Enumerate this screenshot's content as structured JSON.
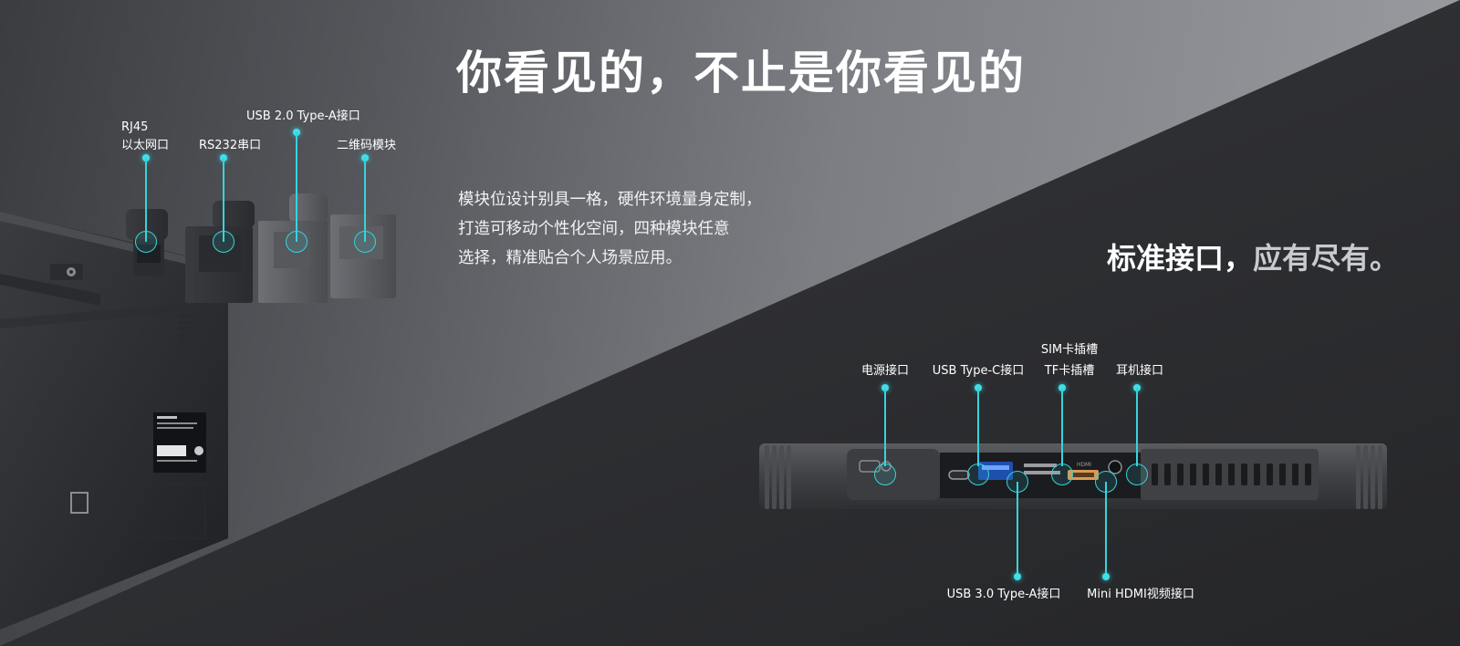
{
  "headline": "你看见的，不止是你看见的",
  "description": {
    "lines": [
      "模块位设计别具一格，硬件环境量身定制，",
      "打造可移动个性化空间，四种模块任意",
      "选择，精准贴合个人场景应用。"
    ]
  },
  "interfaces_heading": {
    "part1": "标准接口，",
    "part2": "应有尽有。"
  },
  "modules": {
    "rj45_line1": "RJ45",
    "rj45_line2": "以太网口",
    "rs232": "RS232串口",
    "usb20": "USB 2.0 Type-A接口",
    "qr": "二维码模块"
  },
  "ports": {
    "power": "电源接口",
    "usb_c": "USB Type-C接口",
    "sim_line1": "SIM卡插槽",
    "sim_line2": "TF卡插槽",
    "earphone": "耳机接口",
    "usb30": "USB 3.0 Type-A接口",
    "mini_hdmi": "Mini HDMI视频接口",
    "hdmi_marking": "HDMI"
  },
  "colors": {
    "accent": "#35d4dd",
    "text": "#ffffff",
    "secondary_heading": "#c9cacd"
  },
  "icons": [
    "power-icon",
    "usb-c-icon",
    "usb-a-icon",
    "sim-slot-icon",
    "hdmi-icon",
    "earphone-icon",
    "camera-icon",
    "qr-icon"
  ]
}
